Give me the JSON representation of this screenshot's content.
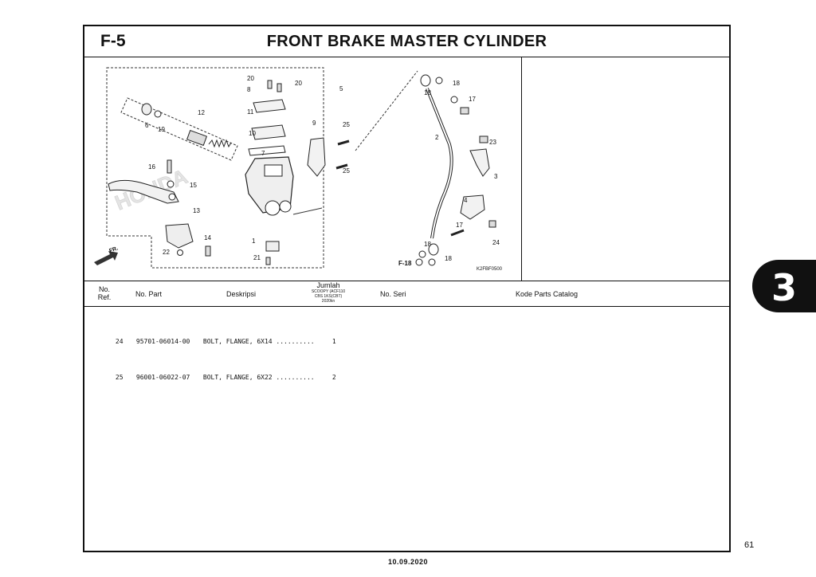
{
  "header": {
    "code": "F-5",
    "title": "FRONT BRAKE MASTER CYLINDER"
  },
  "diagram": {
    "callouts": [
      "20",
      "8",
      "20",
      "5",
      "11",
      "12",
      "6",
      "19",
      "9",
      "10",
      "25",
      "7",
      "25",
      "16",
      "15",
      "13",
      "14",
      "1",
      "22",
      "21",
      "18",
      "18",
      "17",
      "2",
      "23",
      "3",
      "4",
      "17",
      "24",
      "18",
      "18"
    ],
    "watermark": "HONDA",
    "ref_label": "F-18",
    "figure_code": "K2FBF0500",
    "direction_label": "FR."
  },
  "table": {
    "headers": {
      "ref": "No. Ref.",
      "part": "No. Part",
      "desc": "Deskripsi",
      "qty": "Jumlah",
      "qty_sub": [
        "SCOOPY (ACF110",
        "CBS 1KS(CBT)",
        "2020kn"
      ],
      "serial": "No. Seri",
      "catalog": "Kode Parts Catalog"
    },
    "rows": [
      {
        "ref": "24",
        "part": "95701-06014-00",
        "desc": "BOLT, FLANGE, 6X14 ..........",
        "qty": "1"
      },
      {
        "ref": "25",
        "part": "96001-06022-07",
        "desc": "BOLT, FLANGE, 6X22 ..........",
        "qty": "2"
      }
    ]
  },
  "section_tab": "3",
  "page_number": "61",
  "footer_date": "10.09.2020"
}
